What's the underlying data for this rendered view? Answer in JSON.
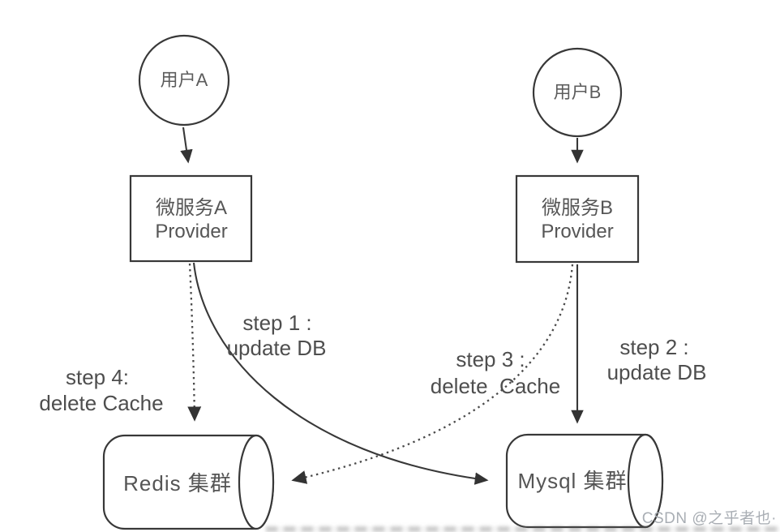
{
  "diagram": {
    "title_hint": "cache-aside double delete flow",
    "colors": {
      "line": "#383838",
      "node_text": "#565656",
      "step_text": "#4e4e4e",
      "watermark": "#a9aeb4",
      "background": "#ffffff"
    },
    "nodes": {
      "user_a": {
        "label": "用户A",
        "shape": "circle"
      },
      "user_b": {
        "label": "用户B",
        "shape": "circle"
      },
      "service_a": {
        "line1": "微服务A",
        "line2": "Provider",
        "shape": "rect"
      },
      "service_b": {
        "line1": "微服务B",
        "line2": "Provider",
        "shape": "rect"
      },
      "redis": {
        "label": "Redis 集群",
        "shape": "cylinder"
      },
      "mysql": {
        "label": "Mysql 集群",
        "shape": "cylinder"
      }
    },
    "edges": {
      "user_a_to_service_a": {
        "style": "solid-arrow"
      },
      "user_b_to_service_b": {
        "style": "solid-arrow"
      },
      "step1": {
        "line1": "step 1 :",
        "line2": "update DB",
        "style": "solid-curve",
        "from": "service_a",
        "to": "mysql"
      },
      "step2": {
        "line1": "step 2 :",
        "line2": "update DB",
        "style": "solid-line",
        "from": "service_b",
        "to": "mysql"
      },
      "step3": {
        "line1": "step 3 :",
        "line2": "delete  Cache",
        "style": "dotted-curve",
        "from": "service_b",
        "to": "redis"
      },
      "step4": {
        "line1": "step 4:",
        "line2": "delete Cache",
        "style": "dotted-line",
        "from": "service_a",
        "to": "redis"
      }
    },
    "watermark": {
      "text": "CSDN @之乎者也·"
    }
  }
}
